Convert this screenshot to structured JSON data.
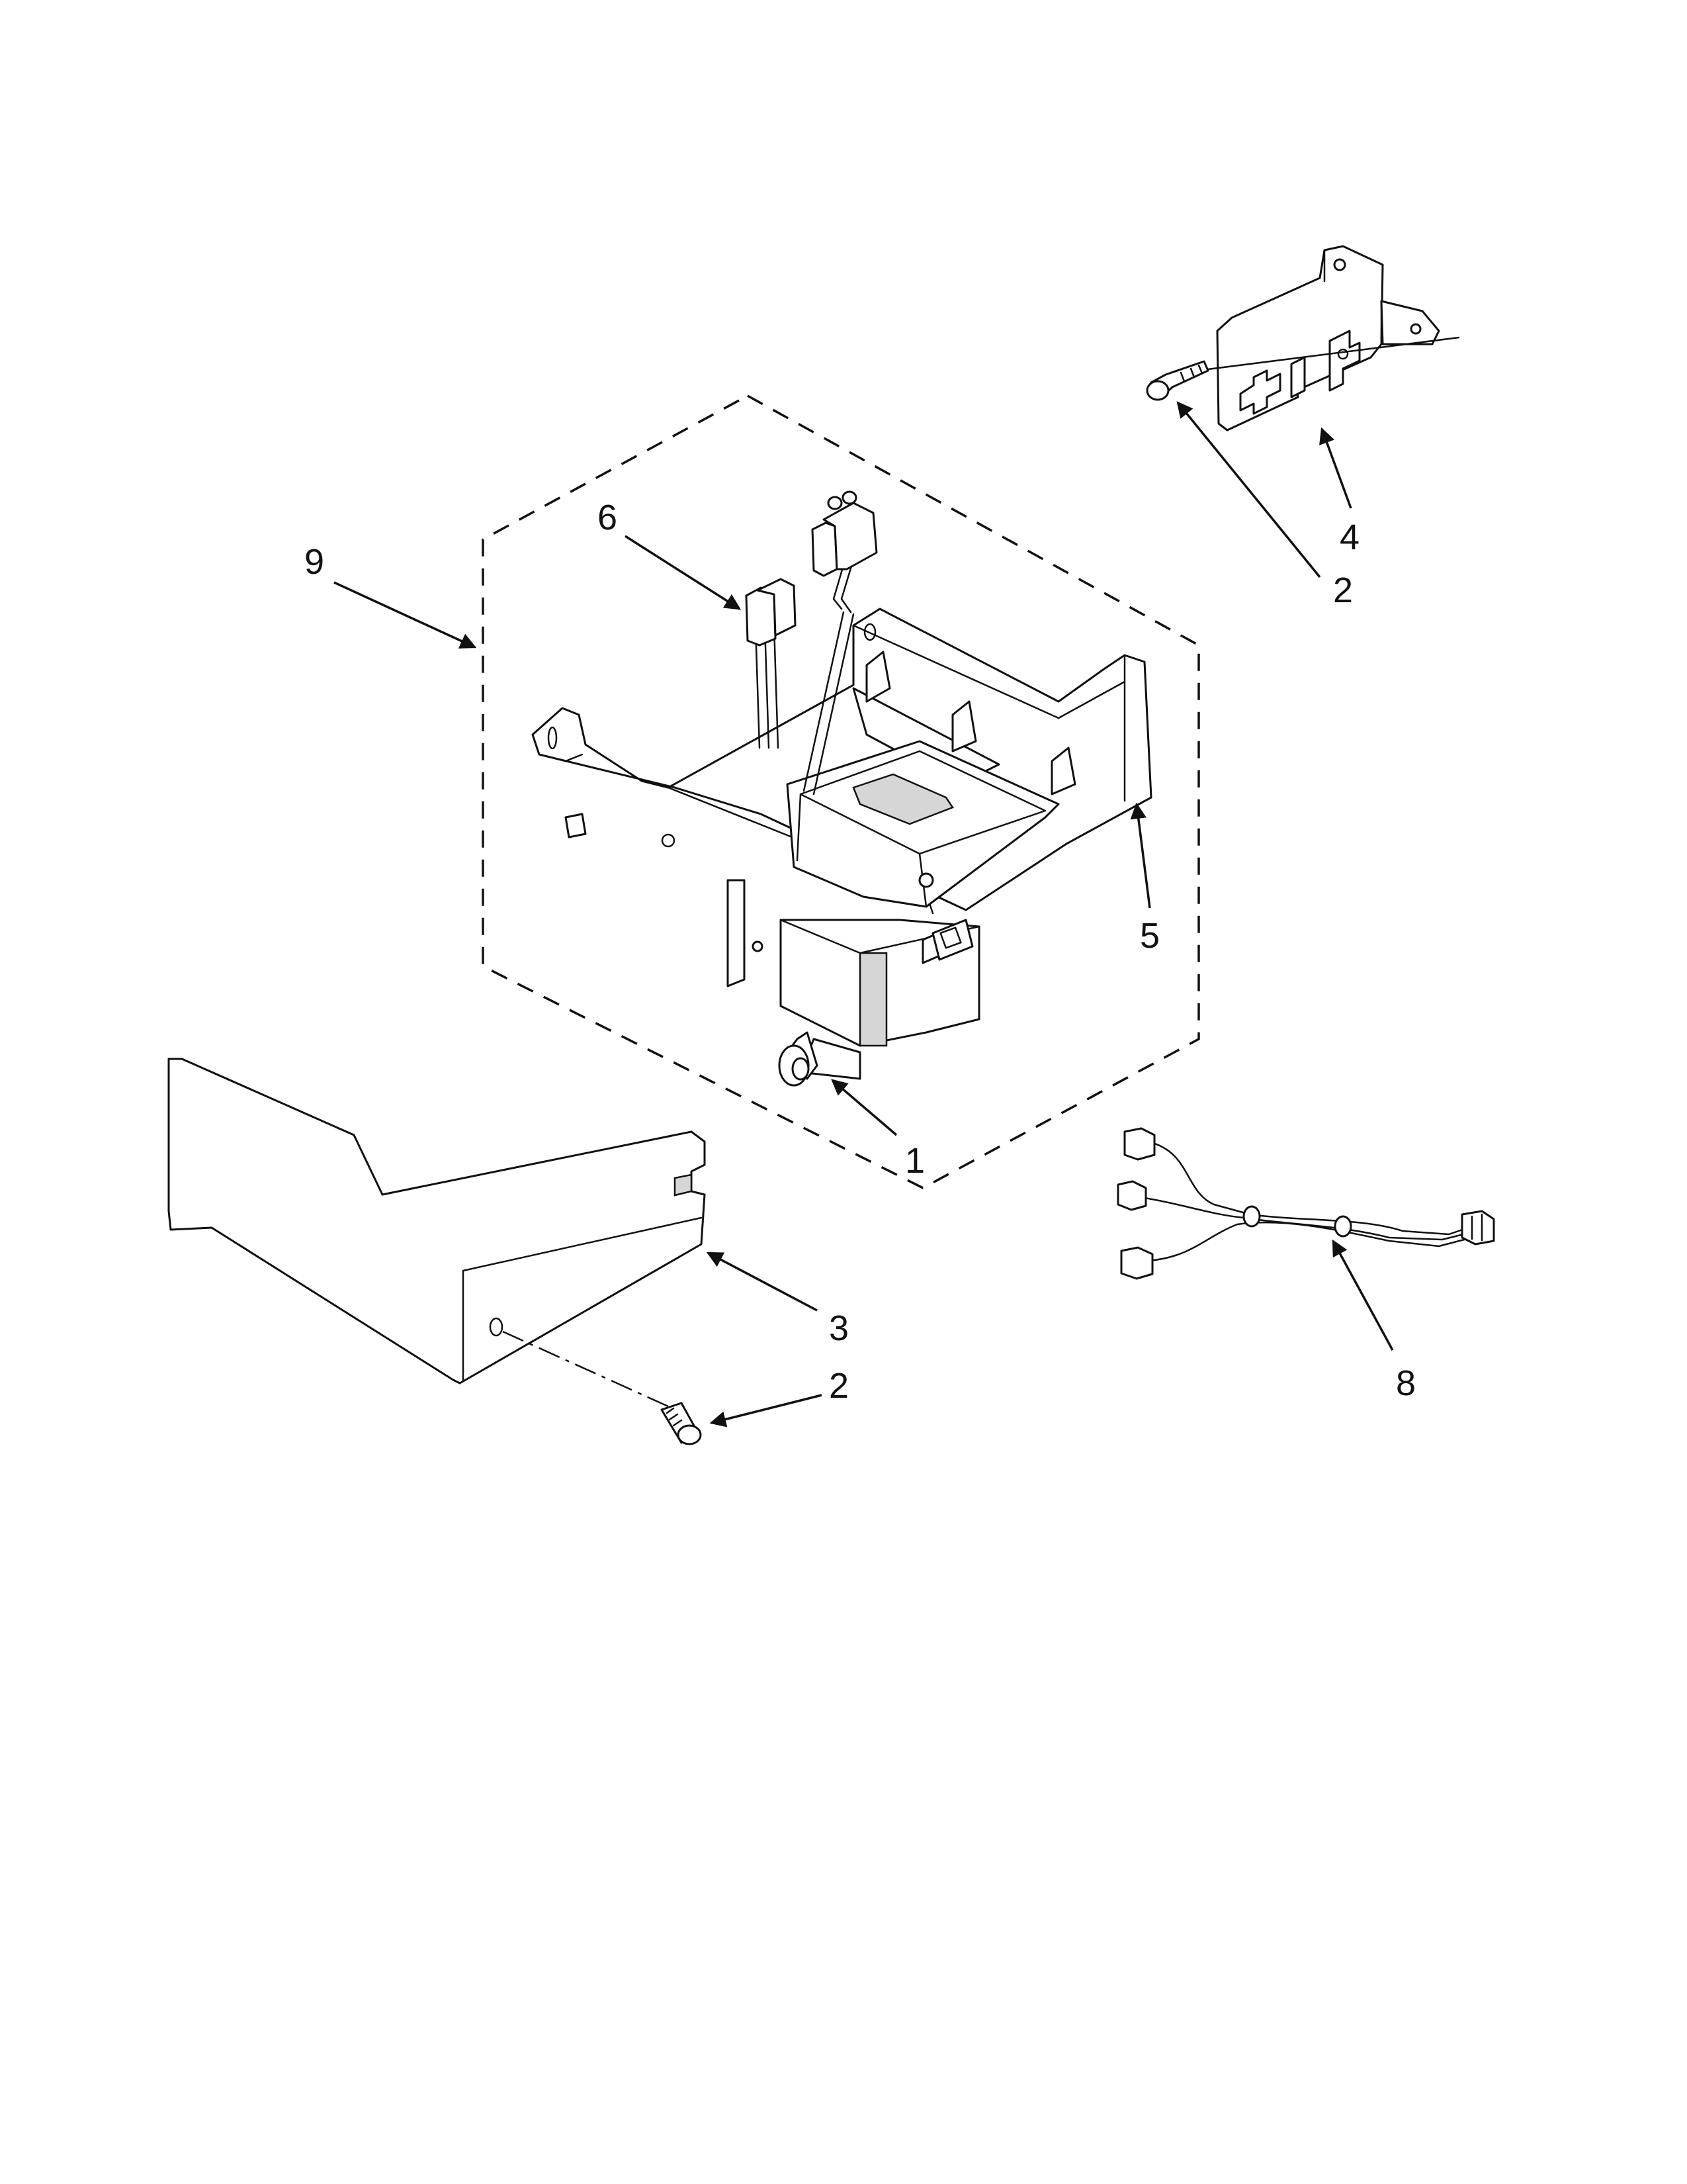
{
  "callouts": [
    {
      "id": "callout-9",
      "label": "9"
    },
    {
      "id": "callout-6",
      "label": "6"
    },
    {
      "id": "callout-5",
      "label": "5"
    },
    {
      "id": "callout-1",
      "label": "1"
    },
    {
      "id": "callout-4",
      "label": "4"
    },
    {
      "id": "callout-2-top",
      "label": "2"
    },
    {
      "id": "callout-3",
      "label": "3"
    },
    {
      "id": "callout-2-bottom",
      "label": "2"
    },
    {
      "id": "callout-8",
      "label": "8"
    }
  ],
  "colors": {
    "line": "#111111",
    "shade": "#d6d6d6",
    "background": "#ffffff"
  }
}
